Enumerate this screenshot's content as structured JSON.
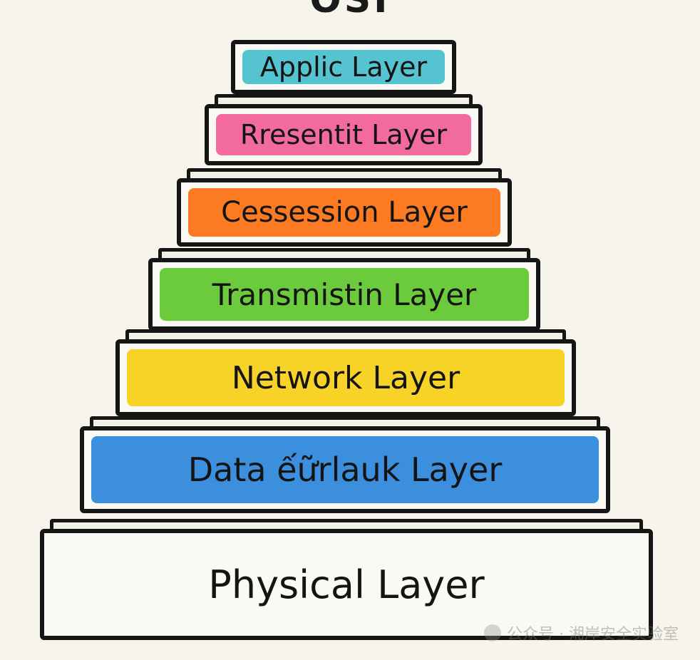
{
  "title": "OSI",
  "layers": [
    {
      "label": "Applic Layer",
      "color": "#55c4d0"
    },
    {
      "label": "Rresentit Layer",
      "color": "#f26a9e"
    },
    {
      "label": "Cessession Layer",
      "color": "#fb7a22"
    },
    {
      "label": "Transmistin Layer",
      "color": "#6ccb3c"
    },
    {
      "label": "Network Layer",
      "color": "#f8d327"
    },
    {
      "label": "Data ếữrlauk Layer",
      "color": "#3b8fdc"
    },
    {
      "label": "Physical Layer",
      "color": ""
    }
  ],
  "watermark": "公众号 · 湘岸安全实验室"
}
